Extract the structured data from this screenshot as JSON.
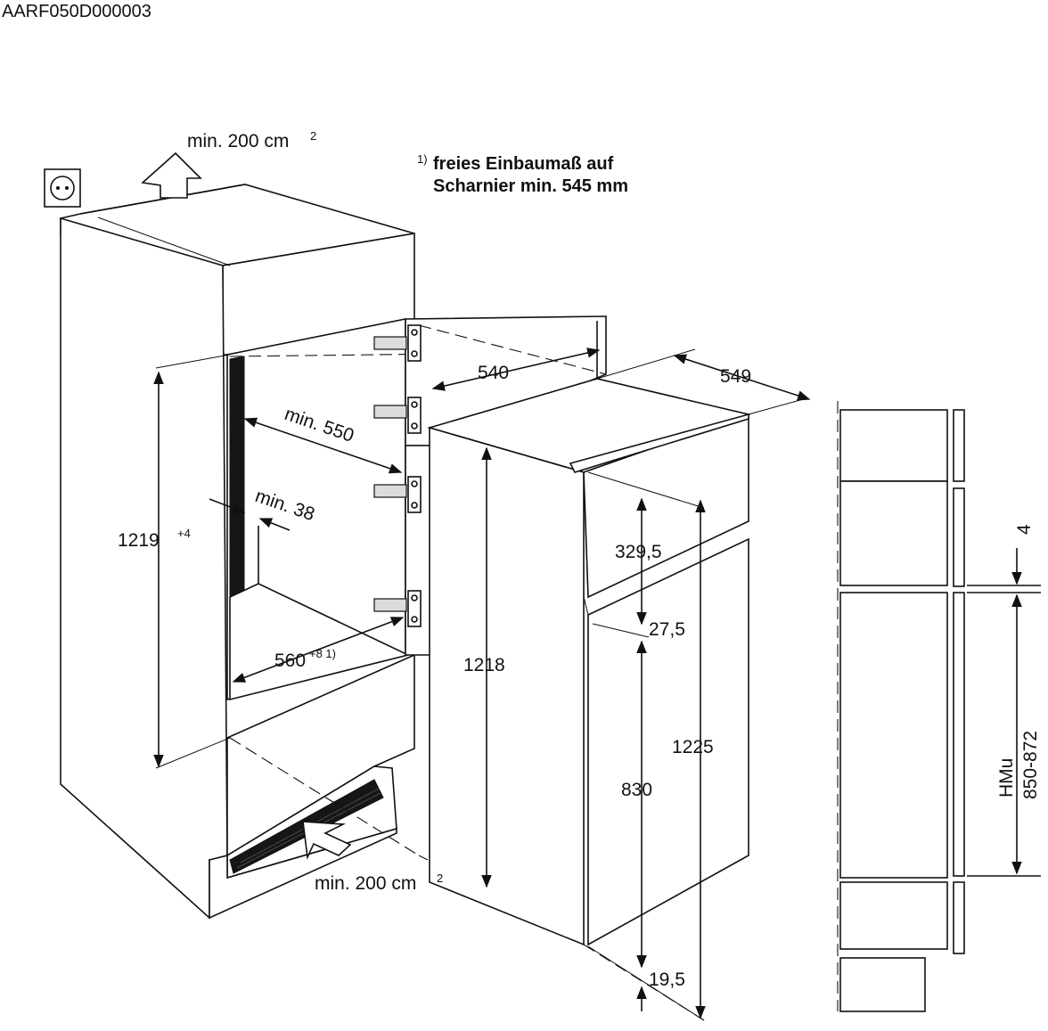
{
  "drawing_id": "AARF050D000003",
  "note": {
    "marker": "1)",
    "line1": "freies Einbaumaß auf",
    "line2": "Scharnier min. 545 mm"
  },
  "dimensions": {
    "vent_top": "min. 200 cm",
    "vent_top_sup": "2",
    "vent_bottom": "min. 200 cm",
    "vent_bottom_sup": "2",
    "niche_height": "1219",
    "niche_height_sup": "+4",
    "niche_depth": "min. 550",
    "back_gap": "min. 38",
    "niche_width": "560",
    "niche_width_sup": "+8 1)",
    "door_depth": "540",
    "appliance_depth": "549",
    "freezer_door": "329,5",
    "door_gap": "27,5",
    "appliance_height": "1218",
    "total_height": "1225",
    "fridge_door": "830",
    "bottom_offset": "19,5",
    "gap_4": "4",
    "hmu_label": "HMu",
    "hmu_range": "850-872"
  },
  "icons": {
    "socket": "power-socket-icon",
    "air_top": "airflow-up-arrow-icon",
    "air_bottom": "airflow-in-arrow-icon"
  }
}
